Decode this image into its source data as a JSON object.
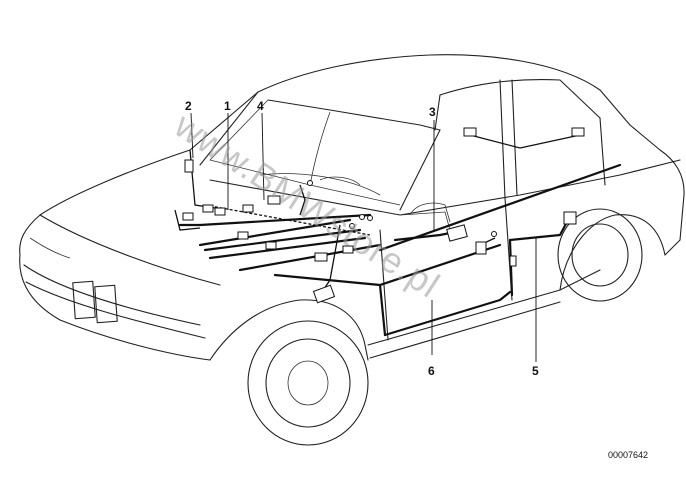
{
  "diagram": {
    "callouts": [
      {
        "id": "callout-1",
        "label": "1"
      },
      {
        "id": "callout-2",
        "label": "2"
      },
      {
        "id": "callout-3",
        "label": "3"
      },
      {
        "id": "callout-4",
        "label": "4"
      },
      {
        "id": "callout-5",
        "label": "5"
      },
      {
        "id": "callout-6",
        "label": "6"
      }
    ],
    "watermark": "www.BMWstore.pl",
    "reference_number": "00007642"
  }
}
